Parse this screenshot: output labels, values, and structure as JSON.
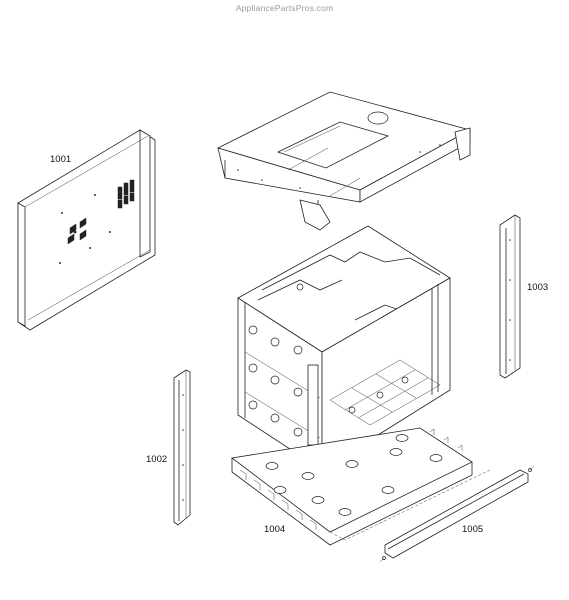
{
  "watermark": "AppliancePartsPros.com",
  "parts": [
    {
      "id": "part-1001",
      "label": "1001"
    },
    {
      "id": "part-1002",
      "label": "1002"
    },
    {
      "id": "part-1003",
      "label": "1003"
    },
    {
      "id": "part-1004",
      "label": "1004"
    },
    {
      "id": "part-1005",
      "label": "1005"
    }
  ]
}
